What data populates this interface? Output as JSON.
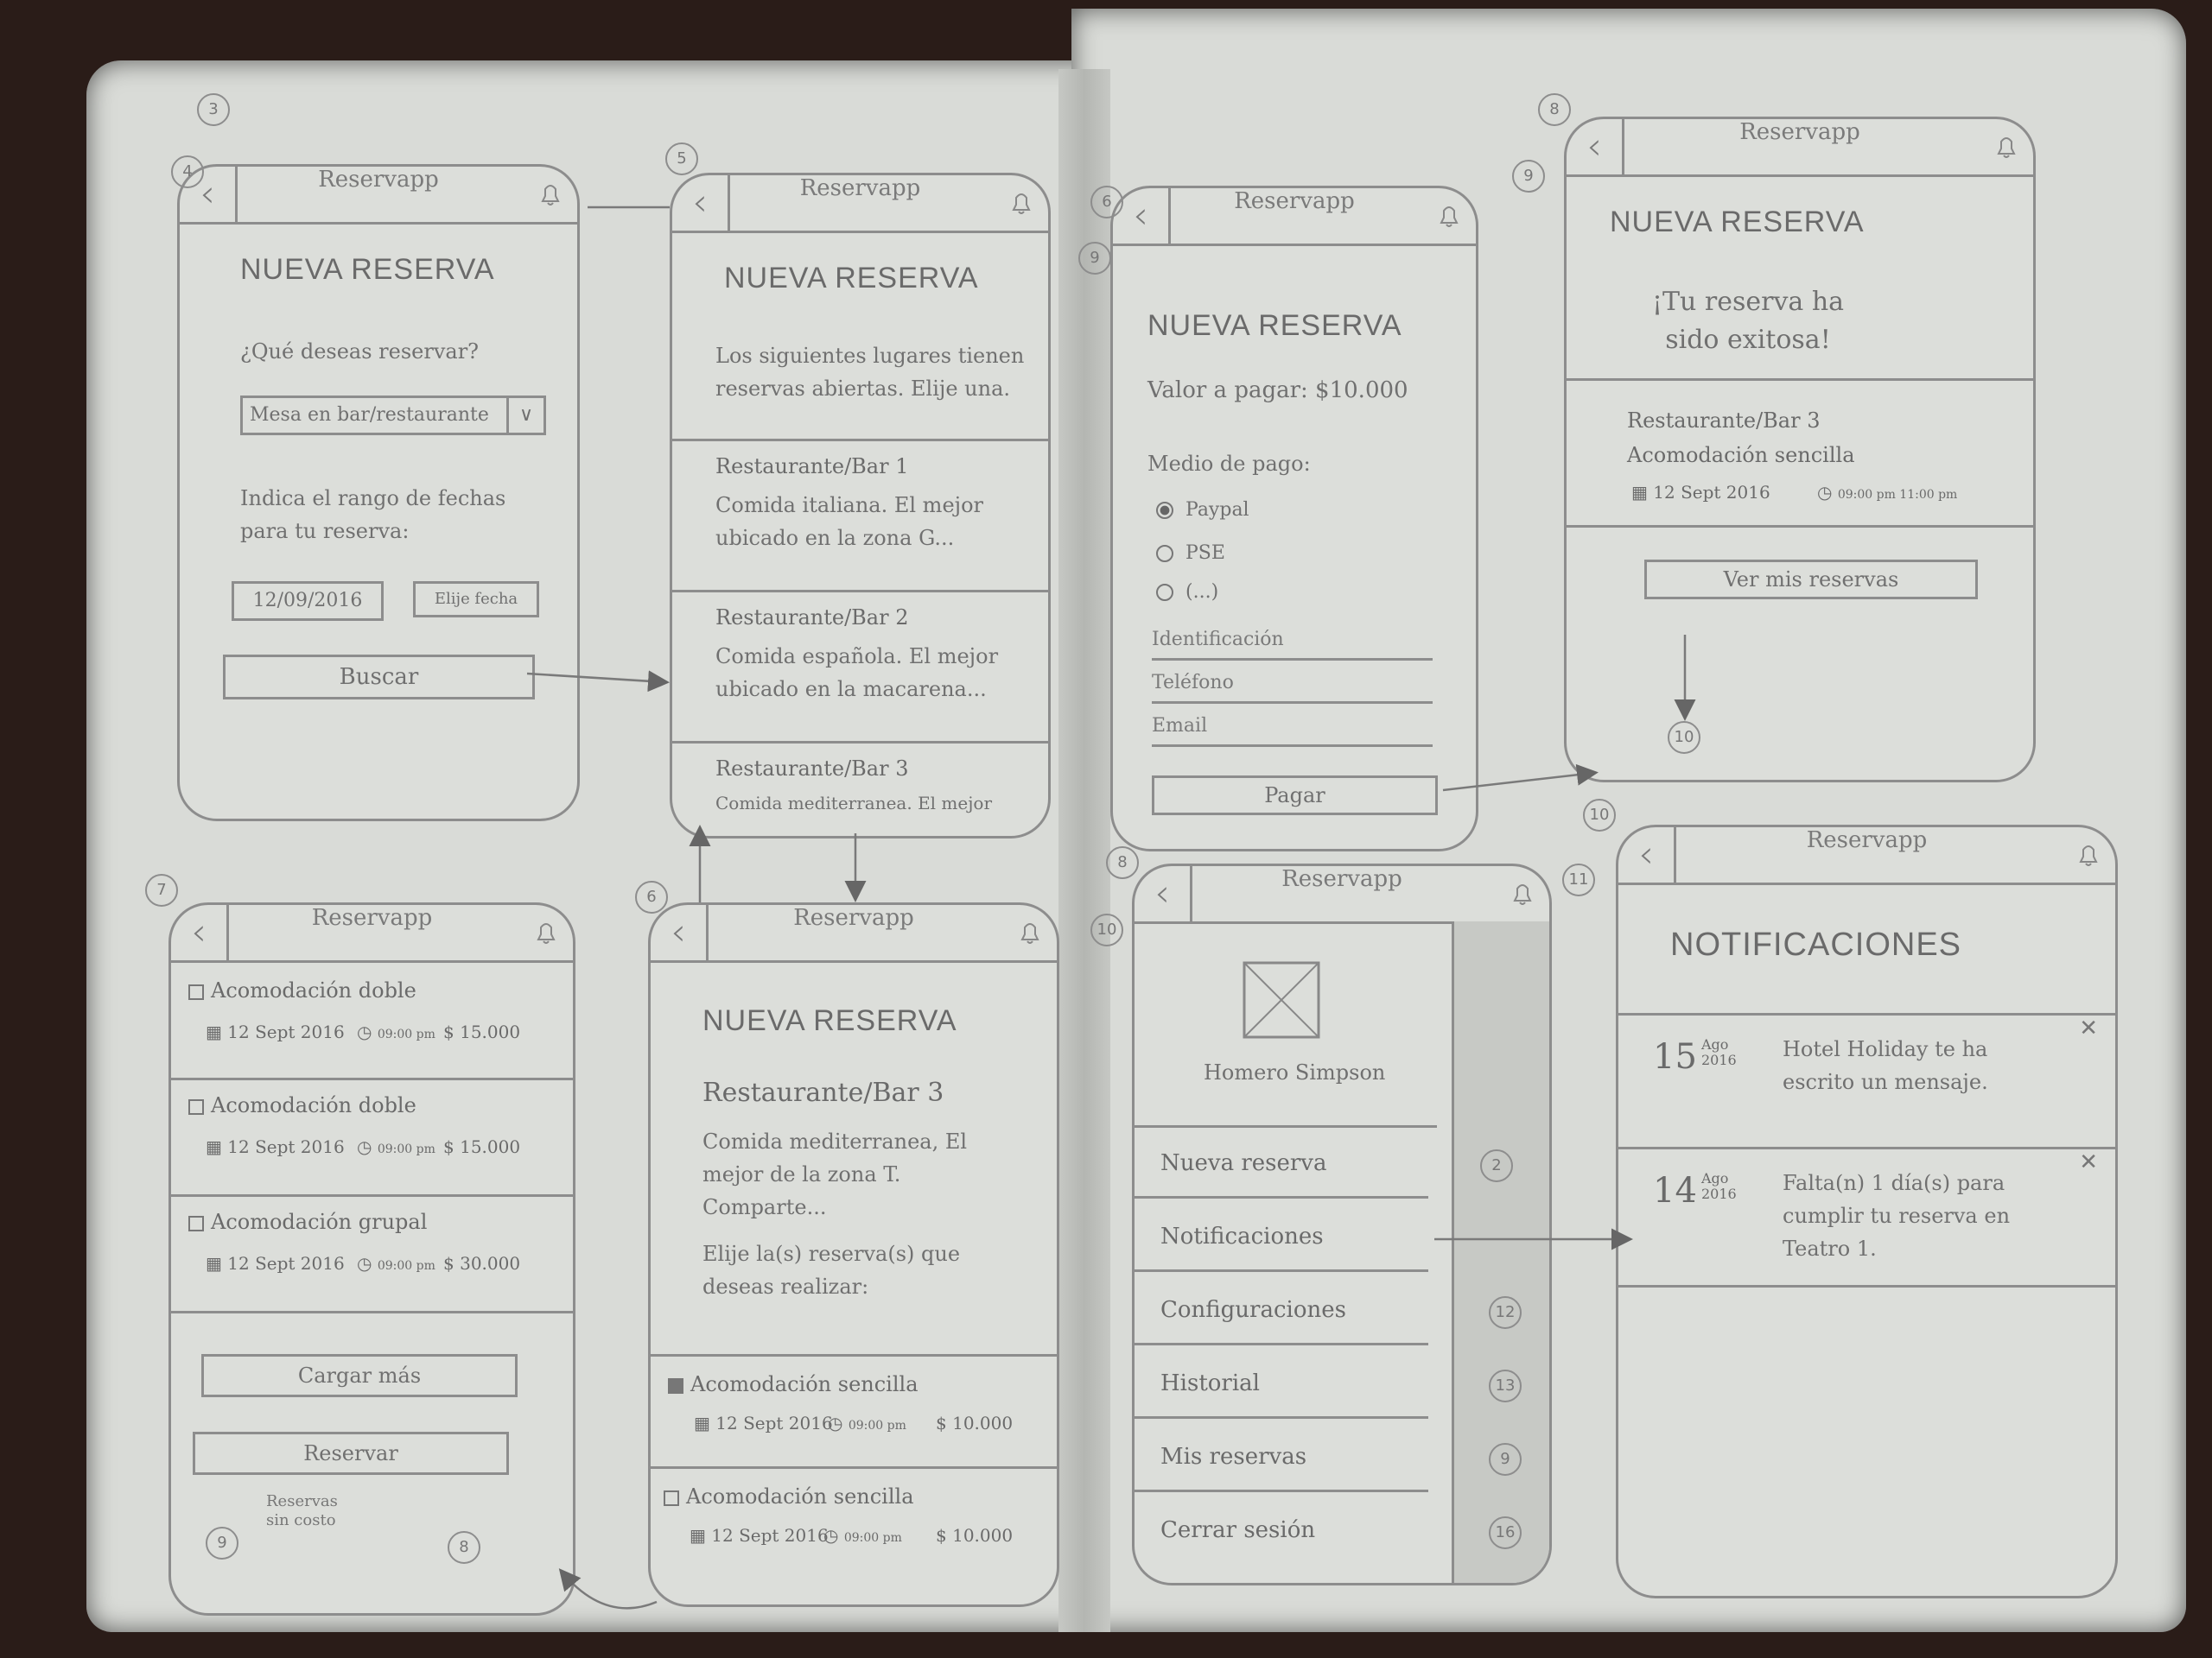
{
  "app_name": "Reservapp",
  "s1": {
    "title": "NUEVA RESERVA",
    "question": "¿Qué deseas reservar?",
    "select_value": "Mesa en bar/restaurante",
    "dates_hint": "Indica el rango de fechas para tu reserva:",
    "date_value": "12/09/2016",
    "pick_date": "Elije fecha",
    "search": "Buscar"
  },
  "s2": {
    "title": "NUEVA RESERVA",
    "intro": "Los siguientes lugares tienen reservas abiertas. Elije una.",
    "places": [
      {
        "name": "Restaurante/Bar 1",
        "desc": "Comida italiana. El mejor ubicado en la zona G..."
      },
      {
        "name": "Restaurante/Bar 2",
        "desc": "Comida española. El mejor ubicado en la macarena..."
      },
      {
        "name": "Restaurante/Bar 3",
        "desc": "Comida mediterranea. El mejor"
      }
    ]
  },
  "s3": {
    "title": "NUEVA RESERVA",
    "amount": "Valor a pagar: $10.000",
    "method": "Medio de pago:",
    "options": [
      "Paypal",
      "PSE",
      "(...)"
    ],
    "fields": [
      "Identificación",
      "Teléfono",
      "Email"
    ],
    "pay": "Pagar"
  },
  "s4": {
    "title": "NUEVA RESERVA",
    "success": "¡Tu reserva ha sido exitosa!",
    "place": "Restaurante/Bar 3",
    "room": "Acomodación sencilla",
    "date": "12 Sept 2016",
    "time": "09:00 pm 11:00 pm",
    "view": "Ver mis reservas"
  },
  "s5": {
    "items": [
      {
        "name": "Acomodación doble",
        "date": "12 Sept 2016",
        "time": "09:00 pm",
        "price": "15.000"
      },
      {
        "name": "Acomodación doble",
        "date": "12 Sept 2016",
        "time": "09:00 pm",
        "price": "15.000"
      },
      {
        "name": "Acomodación grupal",
        "date": "12 Sept 2016",
        "time": "09:00 pm",
        "price": "30.000"
      }
    ],
    "load_more": "Cargar más",
    "reserve": "Reservar",
    "note": "Reservas sin costo"
  },
  "s6": {
    "title": "NUEVA RESERVA",
    "place": "Restaurante/Bar 3",
    "desc": "Comida mediterranea, El mejor de la zona T. Comparte...",
    "choose": "Elije la(s) reserva(s) que deseas realizar:",
    "items": [
      {
        "name": "Acomodación sencilla",
        "date": "12 Sept 2016",
        "time": "09:00 pm",
        "price": "10.000",
        "checked": true
      },
      {
        "name": "Acomodación sencilla",
        "date": "12 Sept 2016",
        "time": "09:00 pm",
        "price": "10.000",
        "checked": false
      }
    ]
  },
  "s7": {
    "user": "Homero Simpson",
    "menu": [
      "Nueva reserva",
      "Notificaciones",
      "Configuraciones",
      "Historial",
      "Mis reservas",
      "Cerrar sesión"
    ],
    "targets": [
      "2",
      "",
      "12",
      "13",
      "9",
      "16"
    ]
  },
  "s8": {
    "title": "NOTIFICACIONES",
    "notes": [
      {
        "day": "15",
        "month": "Ago",
        "year": "2016",
        "text": "Hotel Holiday te ha escrito un mensaje."
      },
      {
        "day": "14",
        "month": "Ago",
        "year": "2016",
        "text": "Falta(n) 1 día(s) para cumplir tu reserva en Teatro 1."
      }
    ]
  },
  "marks": {
    "n1": "3",
    "n2": "4",
    "n3": "5",
    "n4": "6",
    "n5": "7",
    "n6": "8",
    "n7": "9",
    "n8": "10",
    "n9": "11",
    "n10": "6",
    "n11": "9",
    "n12": "8",
    "n13": "8",
    "n14": "10",
    "n15": "9",
    "n16": "10"
  },
  "colors": {
    "paper": "#d9dbd7",
    "pencil": "#8d8d8d",
    "cover": "#2a1c18"
  }
}
